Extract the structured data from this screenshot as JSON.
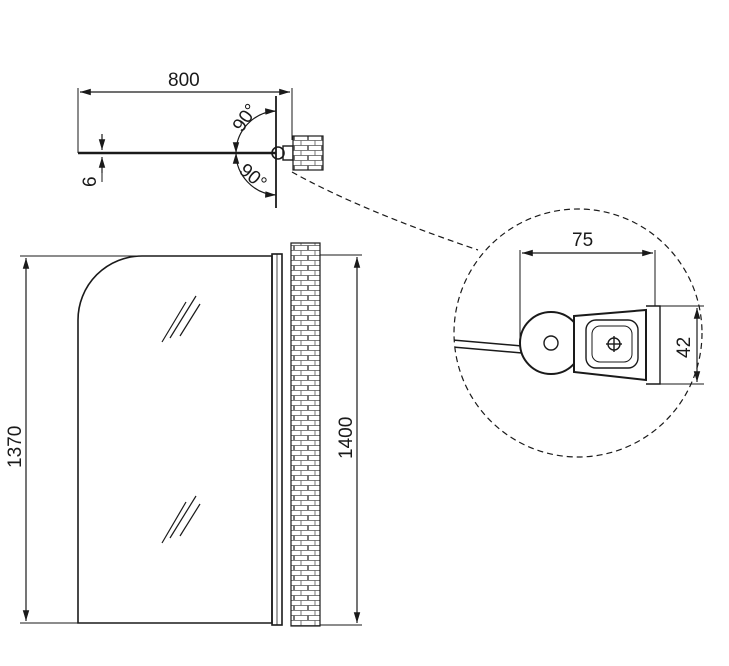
{
  "dimensions": {
    "top_width": "800",
    "top_thickness": "6",
    "angle_upper": "90°",
    "angle_lower": "90°",
    "total_height_wall": "1400",
    "glass_height": "1370",
    "hinge_width": "75",
    "hinge_depth": "42"
  },
  "colors": {
    "line": "#1a1a1a",
    "background": "#ffffff",
    "brick_fill": "#ffffff"
  }
}
